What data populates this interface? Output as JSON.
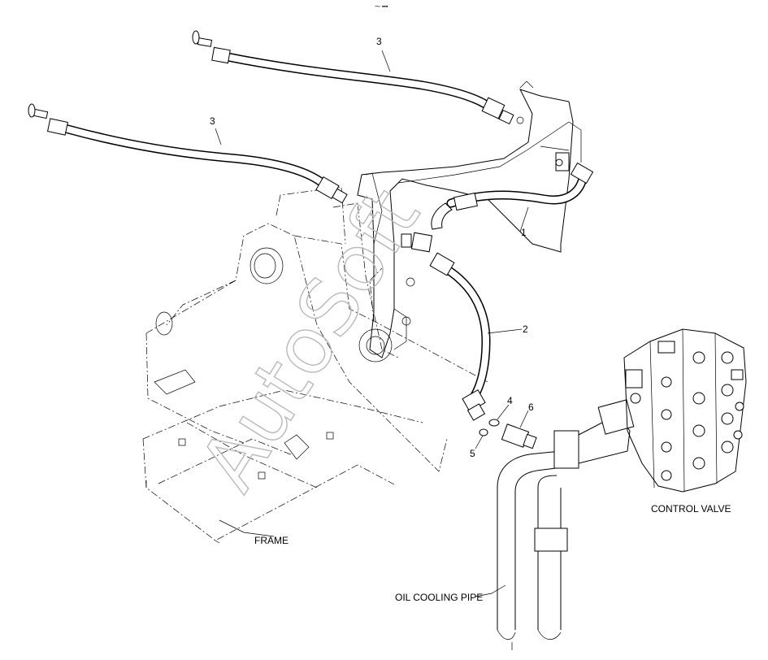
{
  "diagram": {
    "watermark": "AutoSoft",
    "corner_mark": "⁓ ▪▪▪",
    "part_numbers": {
      "hose_3a": "3",
      "hose_3b": "3",
      "hose_1": "1",
      "hose_2": "2",
      "part_4": "4",
      "part_5": "5",
      "part_6": "6"
    },
    "labels": {
      "control_valve": "CONTROL VALVE",
      "frame": "FRAME",
      "oil_cooling_pipe": "OIL COOLING PIPE"
    }
  }
}
